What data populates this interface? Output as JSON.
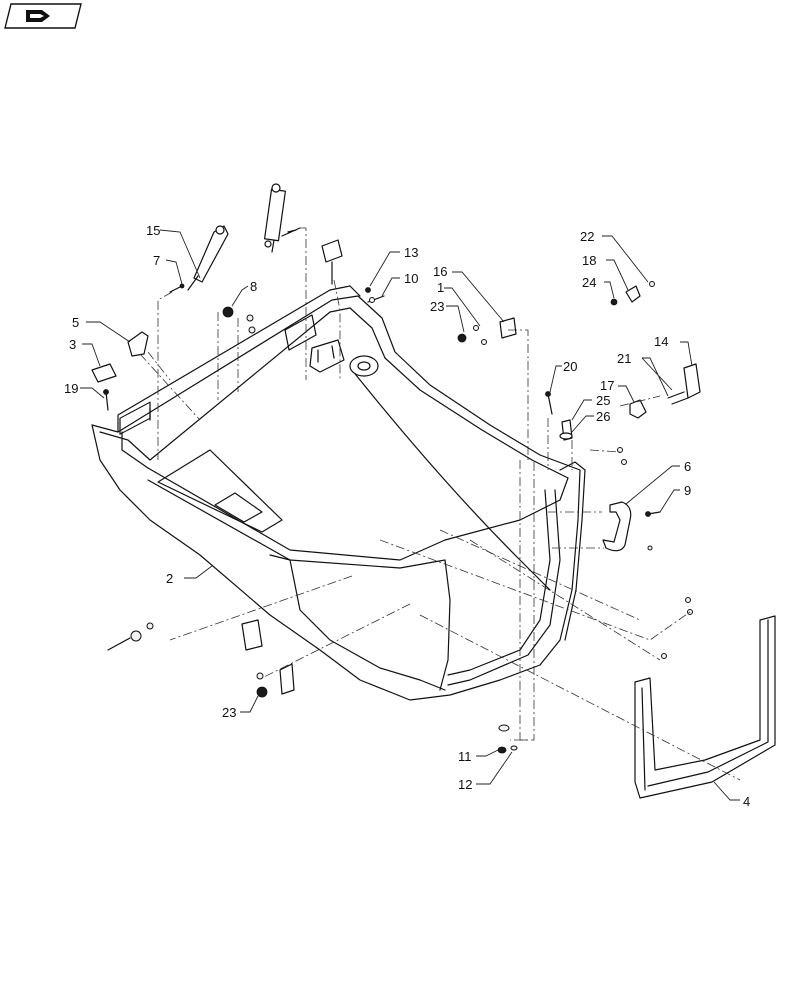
{
  "diagram": {
    "callouts": [
      {
        "id": "c1",
        "text": "1"
      },
      {
        "id": "c2",
        "text": "2"
      },
      {
        "id": "c3",
        "text": "3"
      },
      {
        "id": "c4",
        "text": "4"
      },
      {
        "id": "c5",
        "text": "5"
      },
      {
        "id": "c6",
        "text": "6"
      },
      {
        "id": "c7",
        "text": "7"
      },
      {
        "id": "c8",
        "text": "8"
      },
      {
        "id": "c9",
        "text": "9"
      },
      {
        "id": "c10",
        "text": "10"
      },
      {
        "id": "c11",
        "text": "11"
      },
      {
        "id": "c12",
        "text": "12"
      },
      {
        "id": "c13",
        "text": "13"
      },
      {
        "id": "c14",
        "text": "14"
      },
      {
        "id": "c15",
        "text": "15"
      },
      {
        "id": "c16",
        "text": "16"
      },
      {
        "id": "c17",
        "text": "17"
      },
      {
        "id": "c18",
        "text": "18"
      },
      {
        "id": "c19",
        "text": "19"
      },
      {
        "id": "c20",
        "text": "20"
      },
      {
        "id": "c21",
        "text": "21"
      },
      {
        "id": "c22",
        "text": "22"
      },
      {
        "id": "c23a",
        "text": "23"
      },
      {
        "id": "c23b",
        "text": "23"
      },
      {
        "id": "c24",
        "text": "24"
      },
      {
        "id": "c25",
        "text": "25"
      },
      {
        "id": "c26",
        "text": "26"
      }
    ]
  }
}
